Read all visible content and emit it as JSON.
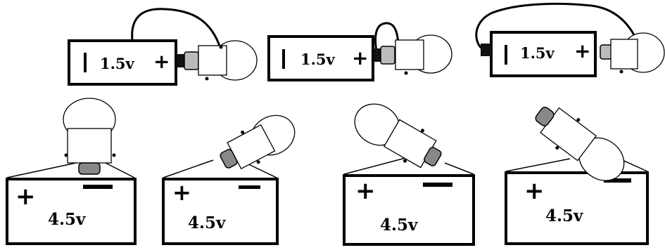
{
  "circuits": [
    {
      "battery": {
        "voltage": "1.5v",
        "plus": "+"
      }
    },
    {
      "battery": {
        "voltage": "1.5v",
        "plus": "+"
      }
    },
    {
      "battery": {
        "voltage": "1.5v",
        "plus": "+"
      }
    }
  ],
  "batteries_45": [
    {
      "voltage": "4.5v",
      "plus": "+"
    },
    {
      "voltage": "4.5v",
      "plus": "+"
    },
    {
      "voltage": "4.5v",
      "plus": "+"
    },
    {
      "voltage": "4.5v",
      "plus": "+"
    }
  ]
}
